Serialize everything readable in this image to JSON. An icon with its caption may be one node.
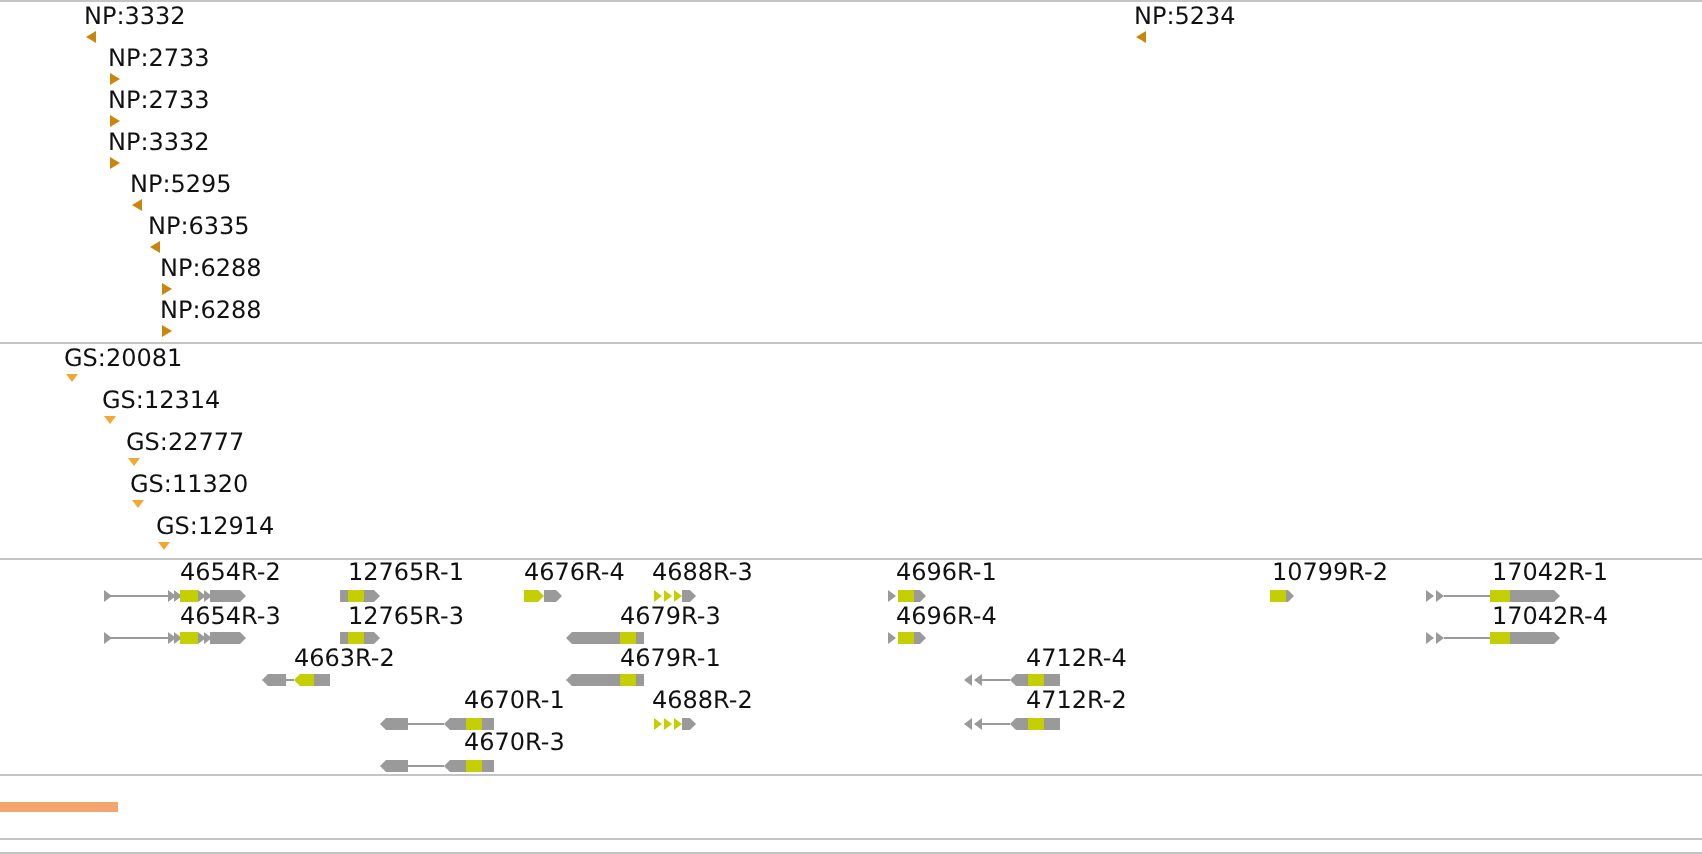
{
  "diagram": {
    "labels": [
      "NP:3332",
      "NP:5234",
      "NP:2733",
      "NP:2733",
      "NP:3332",
      "NP:5295",
      "NP:6335",
      "NP:6288",
      "NP:6288",
      "GS:20081",
      "GS:12314",
      "GS:22777",
      "GS:11320",
      "GS:12914",
      "4654R-2",
      "12765R-1",
      "4676R-4",
      "4688R-3",
      "4696R-1",
      "10799R-2",
      "17042R-1",
      "4654R-3",
      "12765R-3",
      "4679R-3",
      "4696R-4",
      "17042R-4",
      "4663R-2",
      "4679R-1",
      "4712R-4",
      "4670R-1",
      "4688R-2",
      "4712R-2",
      "4670R-3"
    ]
  }
}
